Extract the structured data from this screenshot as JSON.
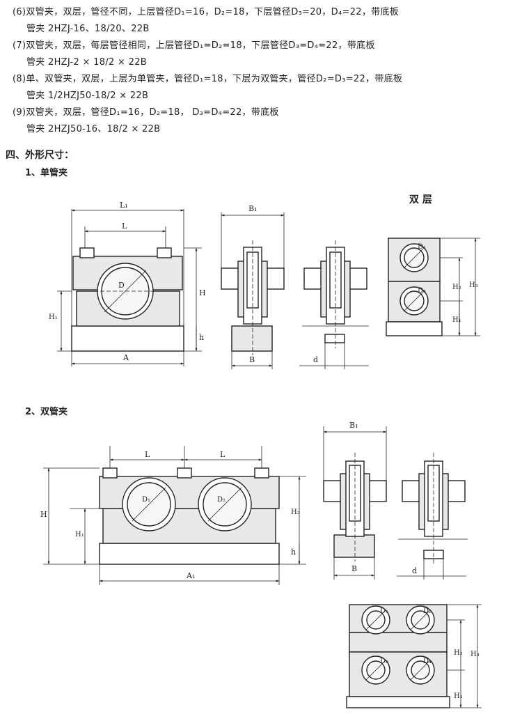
{
  "specs": [
    "(6)双管夹，双层，管径不同，上层管径D₁=16，D₂=18，下层管径D₃=20，D₄=22，带底板",
    "管夹 2HZJ-16、18/20、22B",
    "(7)双管夹，双层，每层管径相同，上层管径D₁=D₂=18，下层管径D₃=D₄=22，带底板",
    "管夹 2HZJ-2 × 18/2 × 22B",
    "(8)单、双管夹，双层，上层为单管夹，管径D₁=18，下层为双管夹，管径D₂=D₃=22，带底板",
    "管夹 1/2HZJ50-18/2 × 22B",
    "(9)双管夹，双层，管径D₁=16，D₂=18， D₃=D₄=22，带底板",
    "管夹 2HZJ50-16、18/2 × 22B"
  ],
  "section_heading": "四、外形尺寸：",
  "sub1": "1、单管夹",
  "sub2": "2、双管夹",
  "double_layer_title": "双 层",
  "labels": {
    "L1": "L₁",
    "L": "L",
    "D": "D",
    "H": "H",
    "H1": "H₁",
    "h": "h",
    "A": "A",
    "B1": "B₁",
    "B": "B",
    "d": "d",
    "D1": "D₁",
    "D2": "D₂",
    "D3": "D₃",
    "D4": "D₄",
    "H2": "H₂",
    "H3": "H₃",
    "A1": "A₁"
  }
}
